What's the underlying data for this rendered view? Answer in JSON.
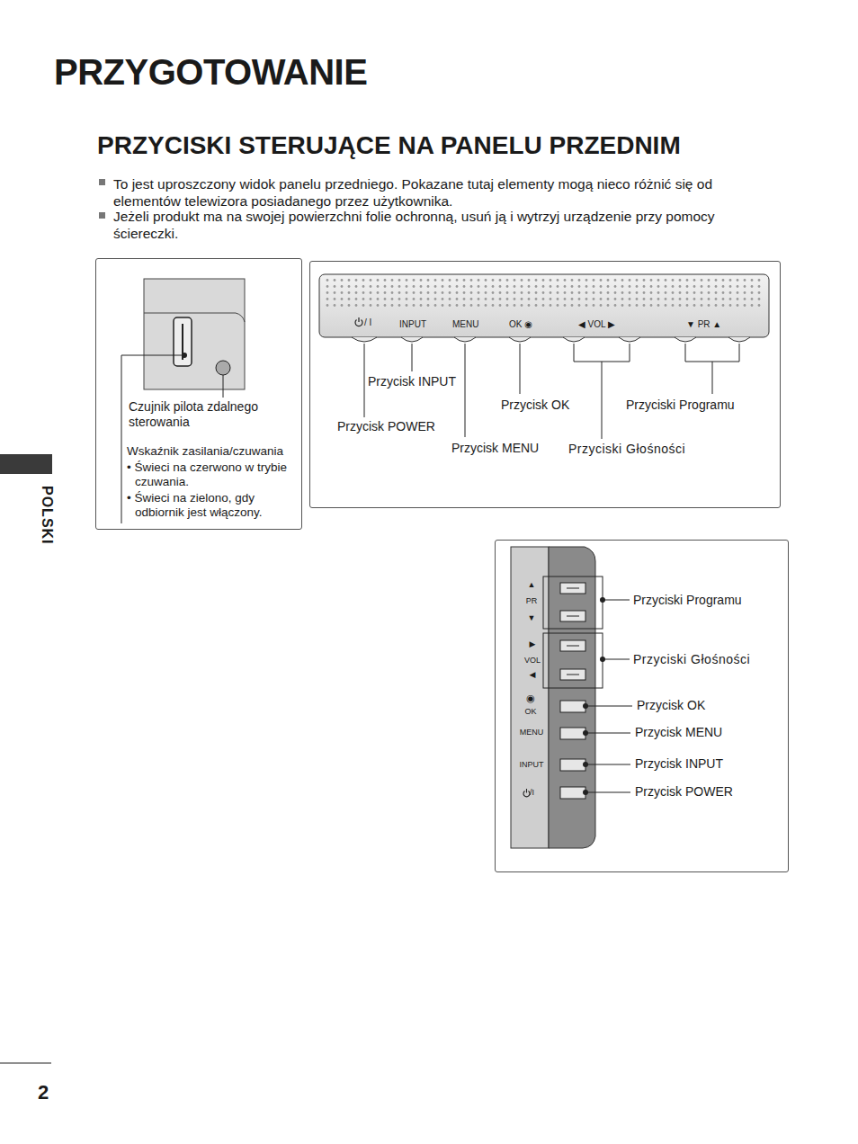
{
  "diagram": {
    "title": "PRZYGOTOWANIE",
    "nodes": [
      {
        "text": [
          "Czujnik pilota zdalnego sterowania",
          "Wskaźnik zasilania/czuwania",
          "• Świeci na czerwono w trybie czuwania.",
          "• Świeci na zielono, gdy odbiornik jest włączony."
        ]
      },
      {
        "text": [
          "Przycisk INPUT",
          "Przycisk POWER",
          "Przycisk MENU",
          "Przycisk OK",
          "Przyciski Głośności",
          "Przyciski Programu"
        ]
      },
      {
        "text": [
          "Przyciski Programu",
          "Przyciski Głośności",
          "Przycisk OK",
          "Przycisk MENU",
          "Przycisk INPUT",
          "Przycisk POWER"
        ]
      }
    ],
    "edges": [],
    "labels": [
      "PRZYCISKI STERUJĄCE NA PANELU PRZEDNIM",
      "To jest uproszczony widok panelu przedniego. Pokazane tutaj elementy mogą nieco różnić się od elementów telewizora posiadanego przez użytkownika.",
      "Jeżeli produkt ma na swojej powierzchni folie ochronną, usuń ją i wytrzyj urządzenie przy pomocy ściereczki.",
      "/ I",
      "INPUT",
      "MENU",
      "OK ◉",
      "◀ VOL ▶",
      "▼ PR ▲",
      "▲",
      "PR",
      "▼",
      "▶",
      "VOL",
      "◀",
      "◉",
      "OK",
      "MENU",
      "INPUT",
      "/I",
      "POLSKI",
      "2"
    ]
  }
}
